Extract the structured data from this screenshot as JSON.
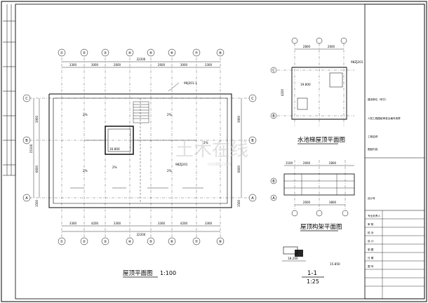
{
  "drawing": {
    "roof_plan_title": "屋顶平面图",
    "roof_plan_scale": "1:100",
    "tank_roof_title": "水池梯屋顶平面图",
    "frame_title": "屋顶构架平面图",
    "section_title": "1-1",
    "section_scale": "1:25"
  },
  "axes": {
    "columns": [
      "①",
      "②",
      "③",
      "④",
      "⑤",
      "⑥",
      "⑦",
      "⑧"
    ],
    "rows": [
      "A",
      "B",
      "C"
    ],
    "tank_rows": [
      "C",
      "B"
    ],
    "frame_rows": [
      "B",
      "A"
    ]
  },
  "dimensions": {
    "top_total": "22200",
    "top_segments": [
      "3300",
      "3000",
      "2600",
      "2600",
      "3000",
      "3300"
    ],
    "bottom_total": "22200",
    "bottom_segments": [
      "3300",
      "4200",
      "3300",
      "3300",
      "4200",
      "3300"
    ],
    "left_total": "15100",
    "left_segments": [
      "3900",
      "6600",
      "1500"
    ],
    "right_segments": [
      "3900",
      "6600",
      "1500"
    ],
    "tank_top": [
      "2800",
      "2600"
    ],
    "tank_left": "4200",
    "frame_top": [
      "1100",
      "2600",
      "2800"
    ],
    "frame_bottom": [
      "2600",
      "3800"
    ],
    "slope_marks": [
      "2%",
      "2%",
      "2%",
      "2%",
      "2%",
      "2%"
    ],
    "elevations": [
      "16.800",
      "19.800",
      "18.200",
      "15.850"
    ],
    "ref_codes": [
      "99J201-1",
      "98ZJ201",
      "98ZJ201"
    ]
  },
  "title_block": {
    "rows": [
      "建设单位（甲方）",
      "工程名称",
      "图纸内容",
      "设计号",
      "专业负责人",
      "审 核",
      "校 对",
      "设 计",
      "制 图",
      "日 期",
      "图 号"
    ],
    "stamp_text": "人防工程图纸审查合格专用章"
  },
  "watermark": {
    "brand": "土木在线",
    "url": "co188.com"
  }
}
